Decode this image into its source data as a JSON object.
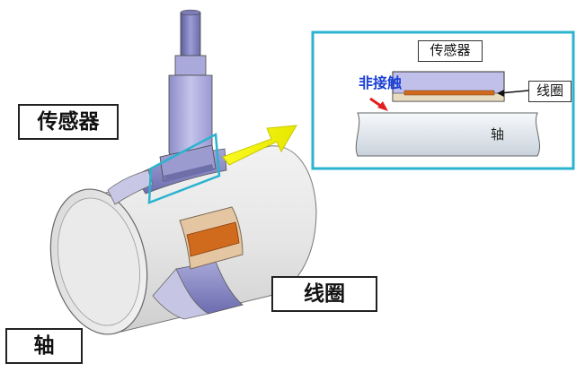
{
  "labels": {
    "sensor": "传感器",
    "coil": "线圈",
    "shaft": "轴"
  },
  "inset": {
    "sensor": "传感器",
    "non_contact": "非接触",
    "coil": "线圈",
    "shaft": "轴"
  },
  "colors": {
    "inset_border": "#2bb3cf",
    "arrow": "#f2f200",
    "non_contact_text": "#1a3fd6",
    "pointer_arrow": "#e02020",
    "coil_orange": "#d06a1c",
    "sensor_lavender": "#b9b9e6"
  }
}
